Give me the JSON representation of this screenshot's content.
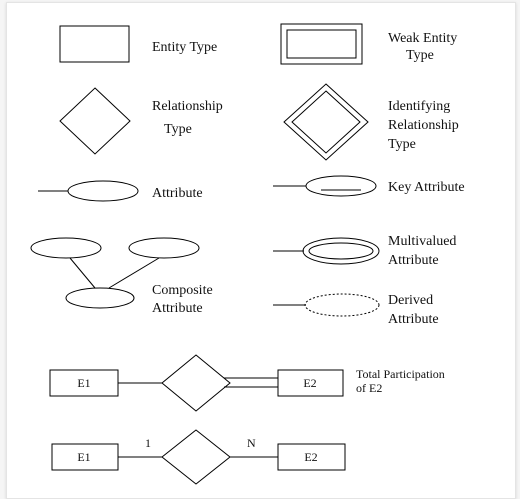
{
  "legend": {
    "entity_type": [
      "Entity Type"
    ],
    "weak_entity_type": [
      "Weak Entity",
      "Type"
    ],
    "relationship_type": [
      "Relationship",
      "Type"
    ],
    "identifying_relationship_type": [
      "Identifying",
      "Relationship",
      "Type"
    ],
    "attribute": [
      "Attribute"
    ],
    "key_attribute": [
      "Key Attribute"
    ],
    "multivalued_attribute": [
      "Multivalued",
      "Attribute"
    ],
    "composite_attribute": [
      "Composite",
      "Attribute"
    ],
    "derived_attribute": [
      "Derived",
      "Attribute"
    ]
  },
  "total_participation": {
    "left_entity": "E1",
    "right_entity": "E2",
    "caption": [
      "Total Participation",
      "of E2"
    ]
  },
  "cardinality": {
    "left_entity": "E1",
    "right_entity": "E2",
    "left_ratio": "1",
    "right_ratio": "N"
  },
  "colors": {
    "stroke": "#000000",
    "background": "#ffffff",
    "page": "#f5f5f5"
  }
}
